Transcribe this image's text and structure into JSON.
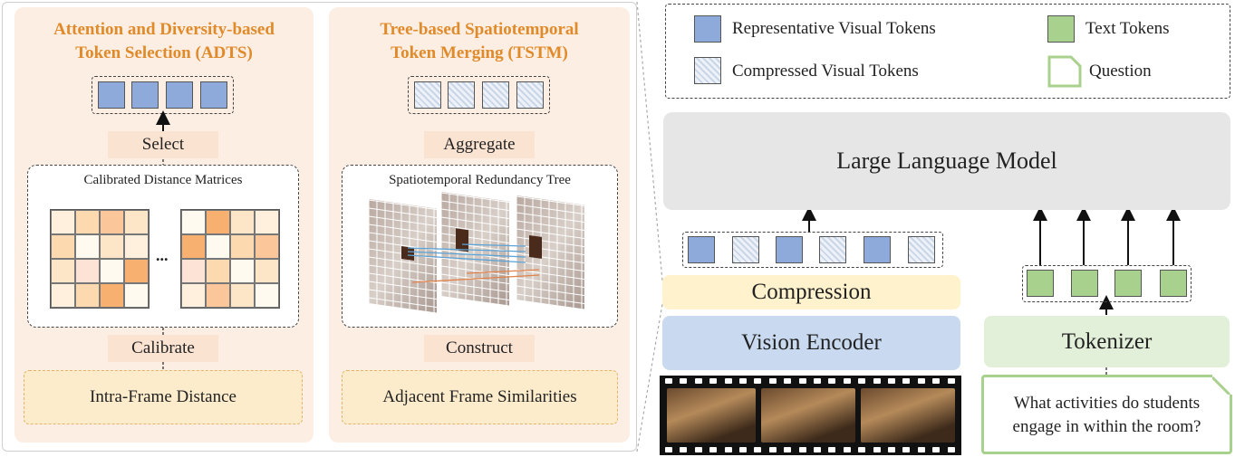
{
  "adts": {
    "title_line1": "Attention and Diversity-based",
    "title_line2": "Token Selection (ADTS)",
    "top_label": "Select",
    "inner_title": "Calibrated Distance Matrices",
    "ellipsis": "...",
    "bottom_label": "Calibrate",
    "base_label": "Intra-Frame Distance"
  },
  "tstm": {
    "title_line1": "Tree-based Spatiotemporal",
    "title_line2": "Token Merging (TSTM)",
    "top_label": "Aggregate",
    "inner_title": "Spatiotemporal Redundancy Tree",
    "bottom_label": "Construct",
    "base_label": "Adjacent Frame Similarities"
  },
  "legend": {
    "representative": "Representative Visual Tokens",
    "compressed": "Compressed Visual Tokens",
    "text": "Text Tokens",
    "question": "Question"
  },
  "pipeline": {
    "llm": "Large Language Model",
    "compression": "Compression",
    "vision_encoder": "Vision Encoder",
    "tokenizer": "Tokenizer",
    "question_line1": "What activities do students",
    "question_line2": "engage in within the room?"
  },
  "colors": {
    "representative_token": "#8eaadb",
    "text_token": "#a9d18e",
    "title_accent": "#e08a2a",
    "panel_bg": "#fdeee3",
    "compression_bg": "#fff2cc",
    "vision_encoder_bg": "#c9daf0",
    "tokenizer_bg": "#e2efd9"
  },
  "matrix_left": [
    [
      "#fef0dc",
      "#fdd9b0",
      "#fbc79a",
      "#fde6c8"
    ],
    [
      "#fdd9b0",
      "#fffaf0",
      "#fde6c8",
      "#fef0dc"
    ],
    [
      "#fde6c8",
      "#fde2d6",
      "#fffaf0",
      "#f7b070"
    ],
    [
      "#fef0dc",
      "#fdd9b0",
      "#f7b070",
      "#fffaf0"
    ]
  ],
  "matrix_right": [
    [
      "#fffaf0",
      "#f7b070",
      "#fde6c8",
      "#fef0dc"
    ],
    [
      "#f7b070",
      "#fffaf0",
      "#fdd9b0",
      "#fbc79a"
    ],
    [
      "#fde2d6",
      "#fdd9b0",
      "#fffaf0",
      "#fde6c8"
    ],
    [
      "#fef0dc",
      "#fbc79a",
      "#fde6c8",
      "#fffaf0"
    ]
  ]
}
